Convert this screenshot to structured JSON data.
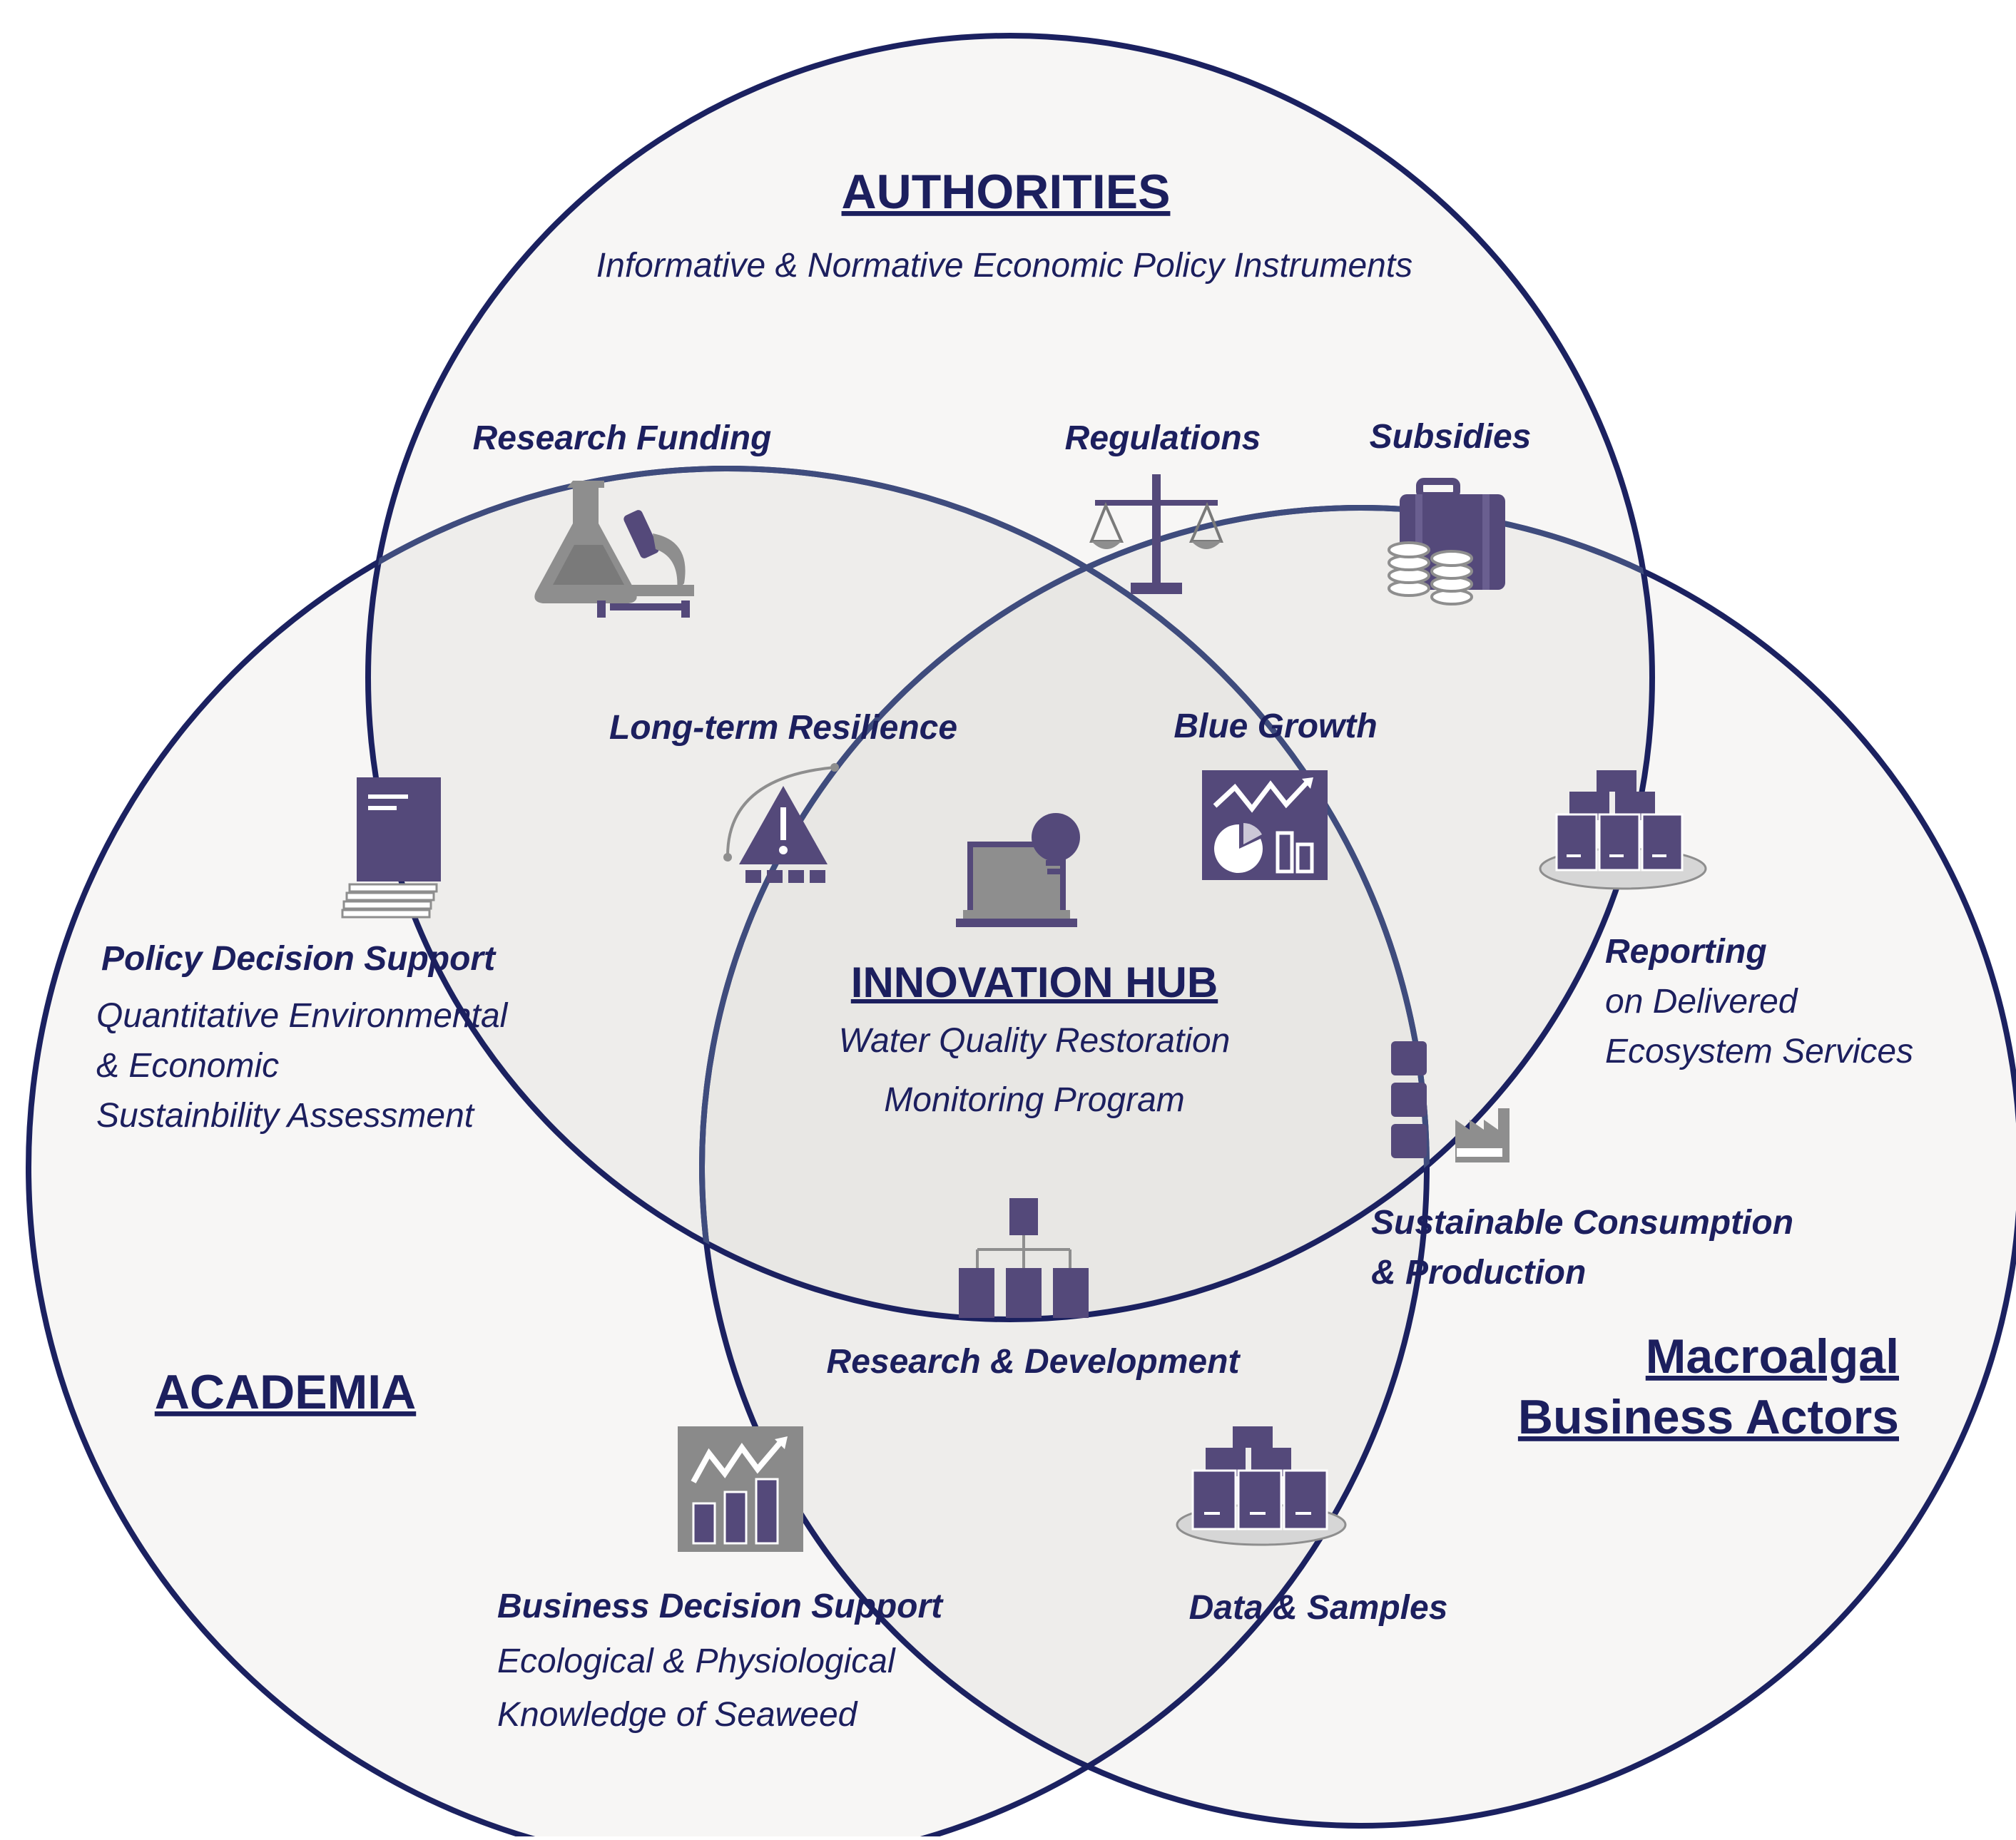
{
  "colors": {
    "ring": "#1b2160",
    "ring_inner": "#3d4a7a",
    "fill": "#f6f5f4",
    "icon_purple": "#54497a",
    "icon_gray": "#8a8a8a",
    "text": "#1c1f5e"
  },
  "circles": {
    "authorities": {
      "title": "AUTHORITIES",
      "subtitle": "Informative & Normative Economic Policy Instruments"
    },
    "academia": {
      "title": "ACADEMIA"
    },
    "business": {
      "title_line1": "Macroalgal",
      "title_line2": "Business Actors"
    }
  },
  "hub": {
    "title": "INNOVATION HUB",
    "line1": "Water Quality Restoration",
    "line2": "Monitoring Program"
  },
  "labels": {
    "research_funding": "Research Funding",
    "regulations": "Regulations",
    "subsidies": "Subsidies",
    "long_term_resilience": "Long-term Resilience",
    "blue_growth": "Blue Growth",
    "policy_decision_support": "Policy Decision Support",
    "policy_line1": "Quantitative Environmental",
    "policy_line2": "& Economic",
    "policy_line3": "Sustainbility Assessment",
    "reporting": "Reporting",
    "reporting_line1": "on Delivered",
    "reporting_line2": "Ecosystem Services",
    "sustainable_line1": "Sustainable Consumption",
    "sustainable_line2": "& Production",
    "research_development": "Research & Development",
    "business_decision_support": "Business Decision Support",
    "business_line1": "Ecological & Physiological",
    "business_line2": "Knowledge of Seaweed",
    "data_samples": "Data & Samples"
  },
  "icons": [
    "flask-microscope-icon",
    "scales-icon",
    "briefcase-coins-icon",
    "book-stack-icon",
    "warning-gauge-icon",
    "laptop-lightbulb-icon",
    "chart-board-icon",
    "server-cluster-icon",
    "barrels-factory-icon",
    "org-chart-icon",
    "bar-chart-icon",
    "server-cluster-icon"
  ]
}
